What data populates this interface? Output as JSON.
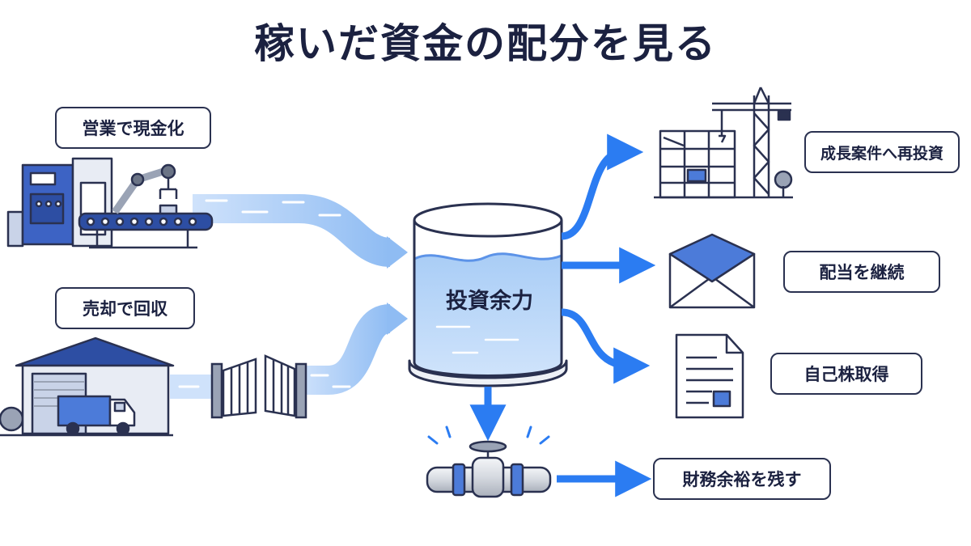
{
  "title": "稼いだ資金の配分を見る",
  "sources": {
    "operations": "営業で現金化",
    "divestment": "売却で回収"
  },
  "pool": "投資余力",
  "allocations": {
    "growth": "成長案件へ再投資",
    "dividend": "配当を継続",
    "buyback": "自己株取得",
    "reserve": "財務余裕を残す"
  },
  "icons": {
    "factory": "factory-machine-icon",
    "warehouse": "warehouse-truck-icon",
    "gate": "gate-icon",
    "tank": "water-tank-icon",
    "construction": "construction-crane-icon",
    "envelope": "envelope-icon",
    "document": "document-icon",
    "valve": "pipe-valve-icon"
  },
  "colors": {
    "arrow": "#2b7cf2",
    "water": "#9fc6f4",
    "outline": "#2a3150",
    "accent": "#3d63c4"
  }
}
